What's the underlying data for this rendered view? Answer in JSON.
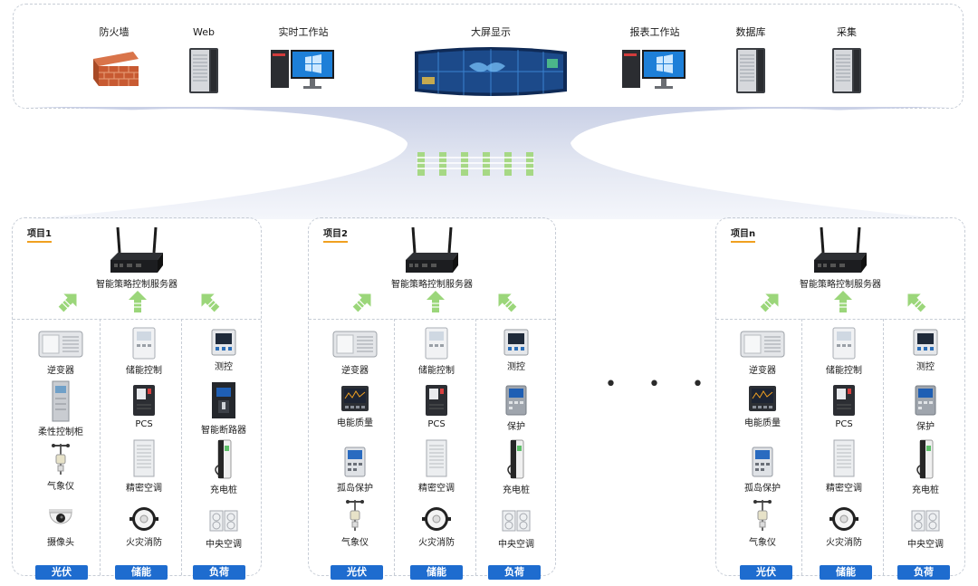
{
  "top": {
    "items": [
      {
        "label": "防火墙",
        "icon": "firewall-icon"
      },
      {
        "label": "Web",
        "icon": "server-tower-icon"
      },
      {
        "label": "实时工作站",
        "icon": "workstation-icon"
      },
      {
        "label": "大屏显示",
        "icon": "video-wall-icon"
      },
      {
        "label": "报表工作站",
        "icon": "workstation-icon"
      },
      {
        "label": "数据库",
        "icon": "server-tower-icon"
      },
      {
        "label": "采集",
        "icon": "server-tower-icon"
      }
    ]
  },
  "projects": [
    {
      "title": "项目1",
      "server_label": "智能策略控制服务器",
      "columns": [
        {
          "category": "光伏",
          "devices": [
            "逆变器",
            "柔性控制柜",
            "气象仪",
            "摄像头"
          ]
        },
        {
          "category": "储能",
          "devices": [
            "储能控制",
            "PCS",
            "精密空调",
            "火灾消防"
          ]
        },
        {
          "category": "负荷",
          "devices": [
            "测控",
            "智能断路器",
            "充电桩",
            "中央空调"
          ]
        }
      ]
    },
    {
      "title": "项目2",
      "server_label": "智能策略控制服务器",
      "columns": [
        {
          "category": "光伏",
          "devices": [
            "逆变器",
            "电能质量",
            "孤岛保护",
            "气象仪"
          ]
        },
        {
          "category": "储能",
          "devices": [
            "储能控制",
            "PCS",
            "精密空调",
            "火灾消防"
          ]
        },
        {
          "category": "负荷",
          "devices": [
            "测控",
            "保护",
            "充电桩",
            "中央空调"
          ]
        }
      ]
    },
    {
      "title": "项目n",
      "server_label": "智能策略控制服务器",
      "columns": [
        {
          "category": "光伏",
          "devices": [
            "逆变器",
            "电能质量",
            "孤岛保护",
            "气象仪"
          ]
        },
        {
          "category": "储能",
          "devices": [
            "储能控制",
            "PCS",
            "精密空调",
            "火灾消防"
          ]
        },
        {
          "category": "负荷",
          "devices": [
            "测控",
            "保护",
            "充电桩",
            "中央空调"
          ]
        }
      ]
    }
  ],
  "ellipsis": "• • •",
  "colors": {
    "accent_blue": "#1e6ccf",
    "title_underline": "#f0a020",
    "arrow_green": "#9bd67a",
    "dash_border": "#c7cdd6"
  }
}
